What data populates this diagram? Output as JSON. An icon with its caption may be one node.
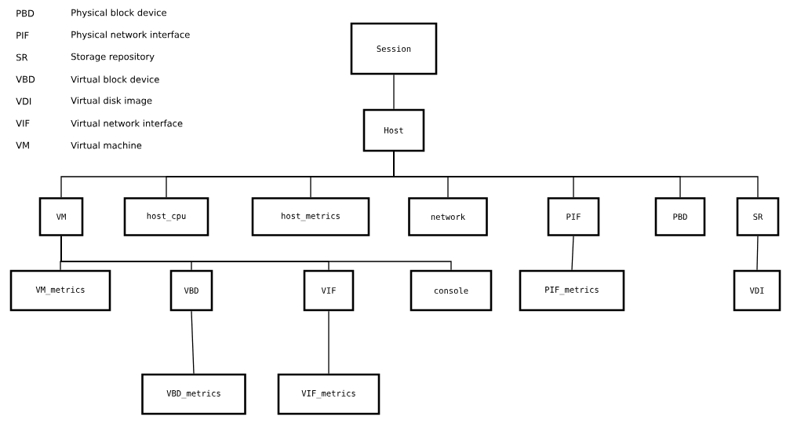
{
  "diagram": {
    "nodes": [
      {
        "text": [
          "Session"
        ]
      },
      {
        "text": [
          "Host"
        ]
      },
      {
        "text": [
          "VM"
        ]
      },
      {
        "text": [
          "host_cpu"
        ]
      },
      {
        "text": [
          "host_metrics"
        ]
      },
      {
        "text": [
          "network"
        ]
      },
      {
        "text": [
          "PIF"
        ]
      },
      {
        "text": [
          "PBD"
        ]
      },
      {
        "text": [
          "SR"
        ]
      },
      {
        "text": [
          "VM_metrics"
        ]
      },
      {
        "text": [
          "VBD"
        ]
      },
      {
        "text": [
          "VIF"
        ]
      },
      {
        "text": [
          "console"
        ]
      },
      {
        "text": [
          "PIF_metrics"
        ]
      },
      {
        "text": [
          "VDI"
        ]
      },
      {
        "text": [
          "VBD_metrics"
        ]
      },
      {
        "text": [
          "VIF_metrics"
        ]
      }
    ],
    "edges": [
      {
        "from": 0,
        "to": 1,
        "arrow": "none"
      },
      {
        "from": 1,
        "to": 2,
        "arrow": "none"
      },
      {
        "from": 1,
        "to": 3,
        "arrow": "none"
      },
      {
        "from": 1,
        "to": 4,
        "arrow": "none"
      },
      {
        "from": 1,
        "to": 5,
        "arrow": "none"
      },
      {
        "from": 1,
        "to": 6,
        "arrow": "none"
      },
      {
        "from": 1,
        "to": 7,
        "arrow": "none"
      },
      {
        "from": 1,
        "to": 8,
        "arrow": "none"
      },
      {
        "from": 2,
        "to": 9,
        "arrow": "none"
      },
      {
        "from": 2,
        "to": 10,
        "arrow": "none"
      },
      {
        "from": 2,
        "to": 11,
        "arrow": "none"
      },
      {
        "from": 2,
        "to": 12,
        "arrow": "none"
      },
      {
        "from": 6,
        "to": 13,
        "arrow": "none"
      },
      {
        "from": 8,
        "to": 14,
        "arrow": "none"
      },
      {
        "from": 10,
        "to": 15,
        "arrow": "none"
      },
      {
        "from": 11,
        "to": 16,
        "arrow": "none"
      }
    ],
    "labels": [
      "PBD",
      "Physical block device",
      "PIF",
      "Physical network interface",
      "SR",
      "Storage repository",
      "VBD",
      "Virtual block device",
      "VDI",
      "Virtual disk image",
      "VIF",
      "Virtual network interface",
      "VM",
      "Virtual machine"
    ]
  }
}
